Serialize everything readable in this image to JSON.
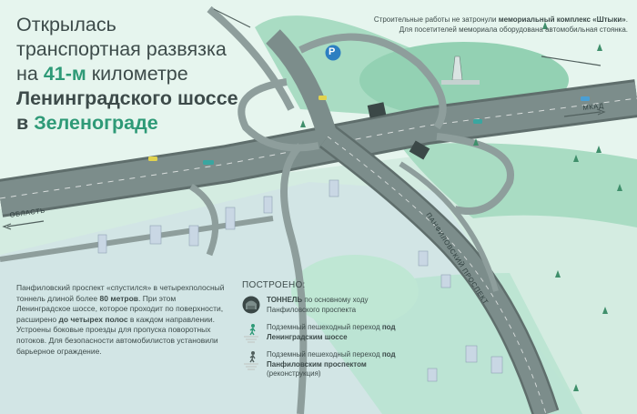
{
  "headline": {
    "line1": "Открылась",
    "line2": "транспортная развязка",
    "line3_pre": "на ",
    "line3_accent": "41-м",
    "line3_post": " километре",
    "line4": "Ленинградского шоссе",
    "line5_pre": "в ",
    "line5_accent": "Зеленограде"
  },
  "memorial_note": {
    "pre": "Строительные работы не затронули ",
    "bold": "мемориальный ком­плекс «Штыки»",
    "post": ". Для посетителей мемориала оборудована автомобильная стоянка."
  },
  "road_labels": {
    "mkad": "МКАД",
    "oblast": "ОБЛАСТЬ",
    "panfilov": "ПАНФИЛОВСКИЙ ПРОСПЕКТ"
  },
  "parking_symbol": "P",
  "description": {
    "t1": "Панфиловский проспект «спустился» в четырехполосный тоннель длиной более ",
    "b1": "80 метров",
    "t2": ". При этом Ленинградское шоссе, которое проходит по поверхности, расширено ",
    "b2": "до четырех полос",
    "t3": " в каждом направлении. Устроены боковые проезды для пропуска поворотных потоков. Для безопасности автомобилистов установили барьерное ограждение."
  },
  "legend": {
    "title": "ПОСТРОЕНО:",
    "tunnel_bold": "ТОННЕЛЬ",
    "tunnel_text": " по основному ходу Панфиловского проспекта",
    "crossing1_text": "Подземный пешеходный переход ",
    "crossing1_bold": "под Ленинградским шоссе",
    "crossing2_text": "Подземный пешеходный переход ",
    "crossing2_bold": "под Панфиловским проспектом",
    "crossing2_note": " (реконструкция)"
  },
  "colors": {
    "background": "#e6f5ee",
    "green_area": "#9fd8bd",
    "road": "#7a8a88",
    "road_dark": "#5f6e6c",
    "accent": "#2e9a77",
    "text": "#3d4b4a"
  }
}
